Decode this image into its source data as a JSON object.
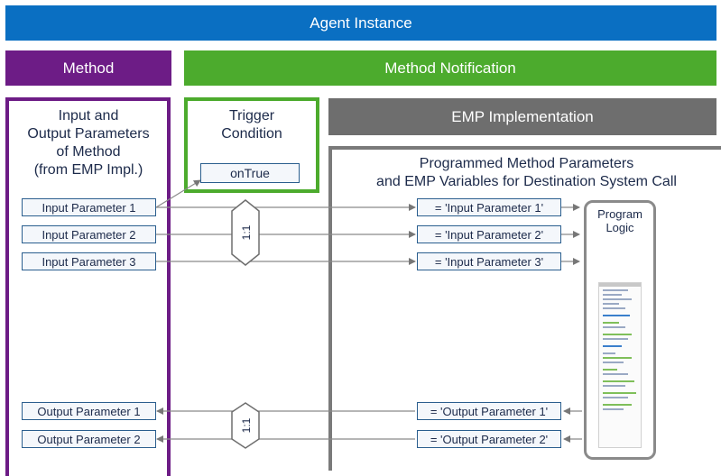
{
  "banners": {
    "agent_instance": "Agent Instance",
    "method": "Method",
    "method_notification": "Method Notification",
    "emp_implementation": "EMP Implementation"
  },
  "method_panel": {
    "title_lines": [
      "Input and",
      "Output Parameters",
      "of Method",
      "(from EMP Impl.)"
    ],
    "inputs": [
      "Input Parameter 1",
      "Input Parameter 2",
      "Input Parameter 3"
    ],
    "outputs": [
      "Output Parameter 1",
      "Output Parameter 2"
    ]
  },
  "trigger_panel": {
    "title_lines": [
      "Trigger",
      "Condition"
    ],
    "condition": "onTrue"
  },
  "emp_panel": {
    "title_lines": [
      "Programmed Method Parameters",
      "and EMP Variables for Destination System Call"
    ],
    "input_vars": [
      "= 'Input Parameter 1'",
      "= 'Input Parameter 2'",
      "= 'Input Parameter 3'"
    ],
    "output_vars": [
      "= 'Output Parameter 1'",
      "= 'Output Parameter 2'"
    ],
    "program_lines": [
      "Program",
      "Logic"
    ]
  },
  "mapping_labels": {
    "input": "1:1",
    "output": "1:1"
  },
  "colors": {
    "agent_blue": "#0a6fc2",
    "method_purple": "#6d1c86",
    "notification_green": "#4cab2d",
    "emp_gray": "#6e6e6e",
    "box_border": "#2a5e8e"
  }
}
